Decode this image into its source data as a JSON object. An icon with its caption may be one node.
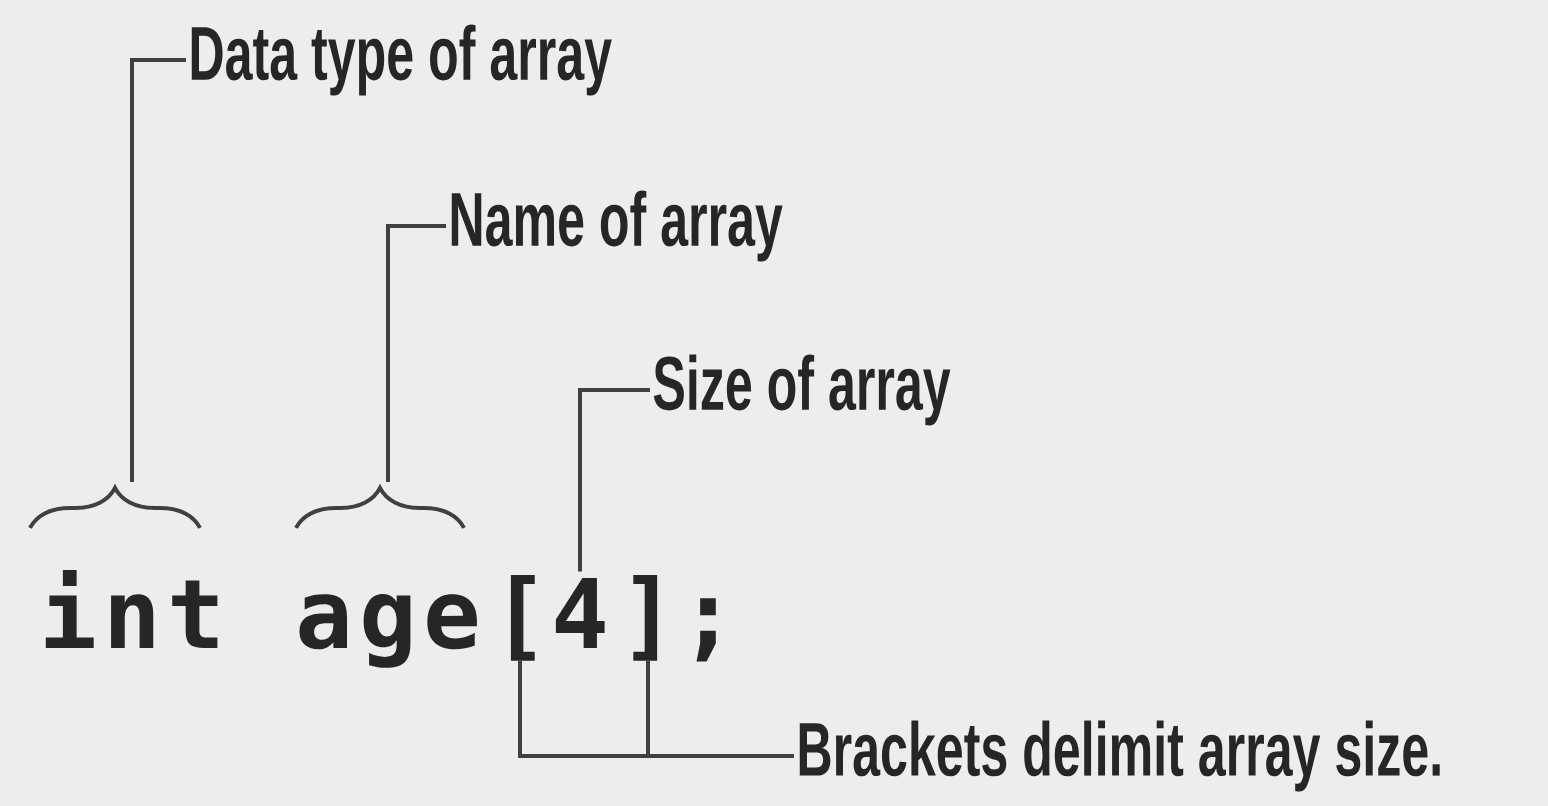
{
  "diagram": {
    "nodes": [
      {
        "text": [
          "Data type of array"
        ]
      },
      {
        "text": [
          "Name of array"
        ]
      },
      {
        "text": [
          "Size of array"
        ]
      },
      {
        "text": [
          "Brackets delimit array size."
        ]
      },
      {
        "text": [
          "int"
        ]
      },
      {
        "text": [
          "age"
        ]
      },
      {
        "text": [
          "["
        ]
      },
      {
        "text": [
          "4"
        ]
      },
      {
        "text": [
          "]"
        ]
      }
    ],
    "edges": [
      {
        "from": 0,
        "to": 4,
        "arrow": "none"
      },
      {
        "from": 1,
        "to": 5,
        "arrow": "none"
      },
      {
        "from": 2,
        "to": 7,
        "arrow": "none"
      },
      {
        "from": 3,
        "to": 6,
        "arrow": "none"
      },
      {
        "from": 3,
        "to": 8,
        "arrow": "none"
      }
    ],
    "labels": [
      ";"
    ]
  }
}
